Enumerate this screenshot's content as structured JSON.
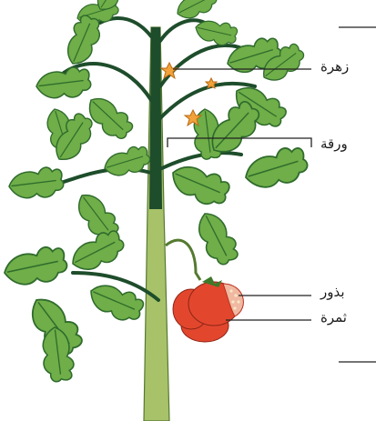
{
  "labels": {
    "flower": "زهرة",
    "leaf": "ورقة",
    "seeds": "بذور",
    "fruit": "ثمرة"
  },
  "colors": {
    "stem_dark": "#1e4d2b",
    "stem_light": "#a8c26a",
    "leaf_light": "#6fae48",
    "leaf_dark": "#2f6b2c",
    "flower": "#f2a23a",
    "fruit": "#e2472e",
    "fruit_shade": "#b9301e",
    "leader_line": "#222222"
  },
  "icons": [
    "tomato-plant-illustration"
  ]
}
